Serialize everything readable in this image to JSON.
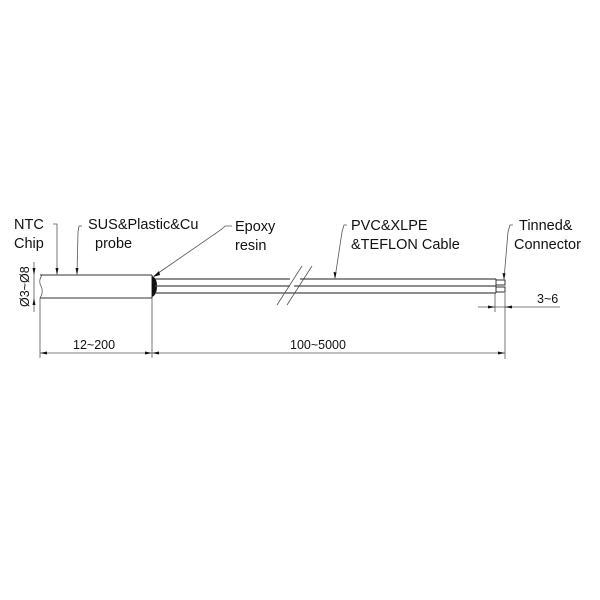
{
  "diagram": {
    "type": "technical-drawing",
    "subject": "NTC temperature sensor probe with cable",
    "labels": {
      "ntc_chip": [
        "NTC",
        "Chip"
      ],
      "probe": [
        "SUS&Plastic&Cu",
        "probe"
      ],
      "epoxy": [
        "Epoxy",
        "resin"
      ],
      "cable": [
        "PVC&XLPE",
        "&TEFLON Cable"
      ],
      "tinned": [
        "Tinned&",
        "Connector"
      ]
    },
    "dimensions": {
      "probe_diameter": "Ø3~Ø8",
      "probe_length": "12~200",
      "cable_length": "100~5000",
      "tinned_length": "3~6"
    },
    "colors": {
      "line": "#333333",
      "text": "#111111",
      "background": "#ffffff"
    }
  }
}
